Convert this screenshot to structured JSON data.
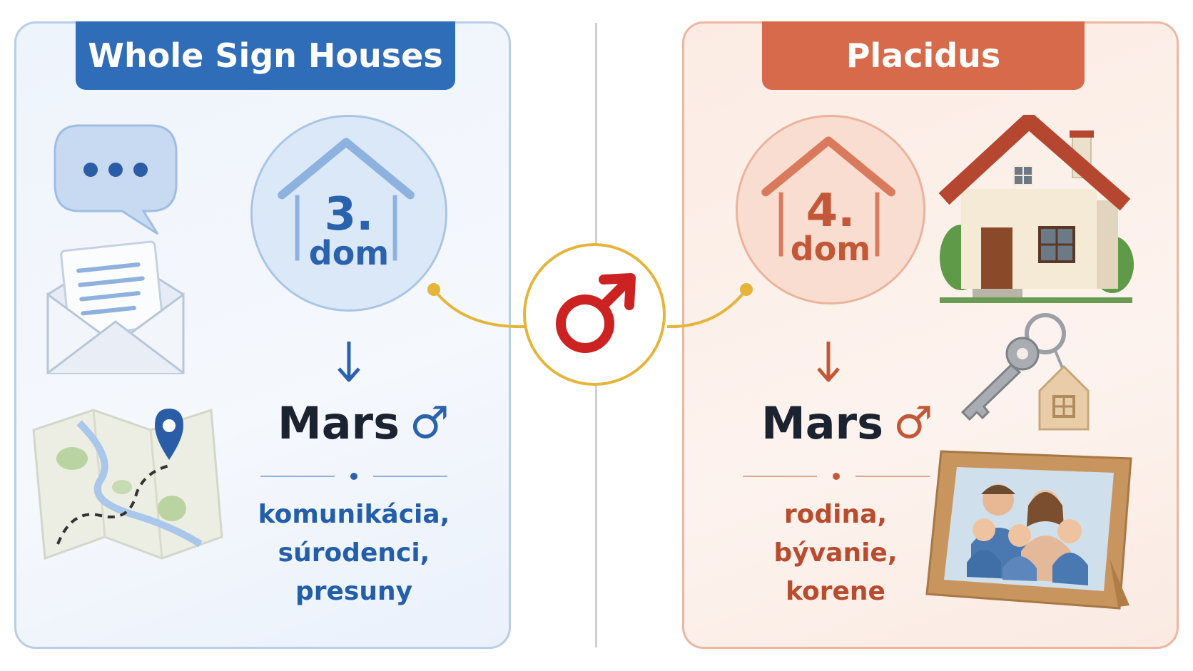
{
  "left_panel": {
    "title": "Whole Sign Houses",
    "house_number": "3.",
    "house_word": "dom",
    "planet_name": "Mars",
    "planet_glyph": "♂",
    "meanings": [
      "komunikácia,",
      "súrodenci,",
      "presuny"
    ],
    "icons": [
      "speech-bubble-icon",
      "envelope-letter-icon",
      "map-pin-icon"
    ],
    "accent_color": "#2f6db8"
  },
  "right_panel": {
    "title": "Placidus",
    "house_number": "4.",
    "house_word": "dom",
    "planet_name": "Mars",
    "planet_glyph": "♂",
    "meanings": [
      "rodina,",
      "bývanie,",
      "korene"
    ],
    "icons": [
      "house-icon",
      "key-icon",
      "family-photo-frame-icon"
    ],
    "accent_color": "#d66a4b"
  },
  "center": {
    "icon": "mars-symbol-icon",
    "accent_color": "#cc2222",
    "ring_color": "#e4b53a"
  }
}
